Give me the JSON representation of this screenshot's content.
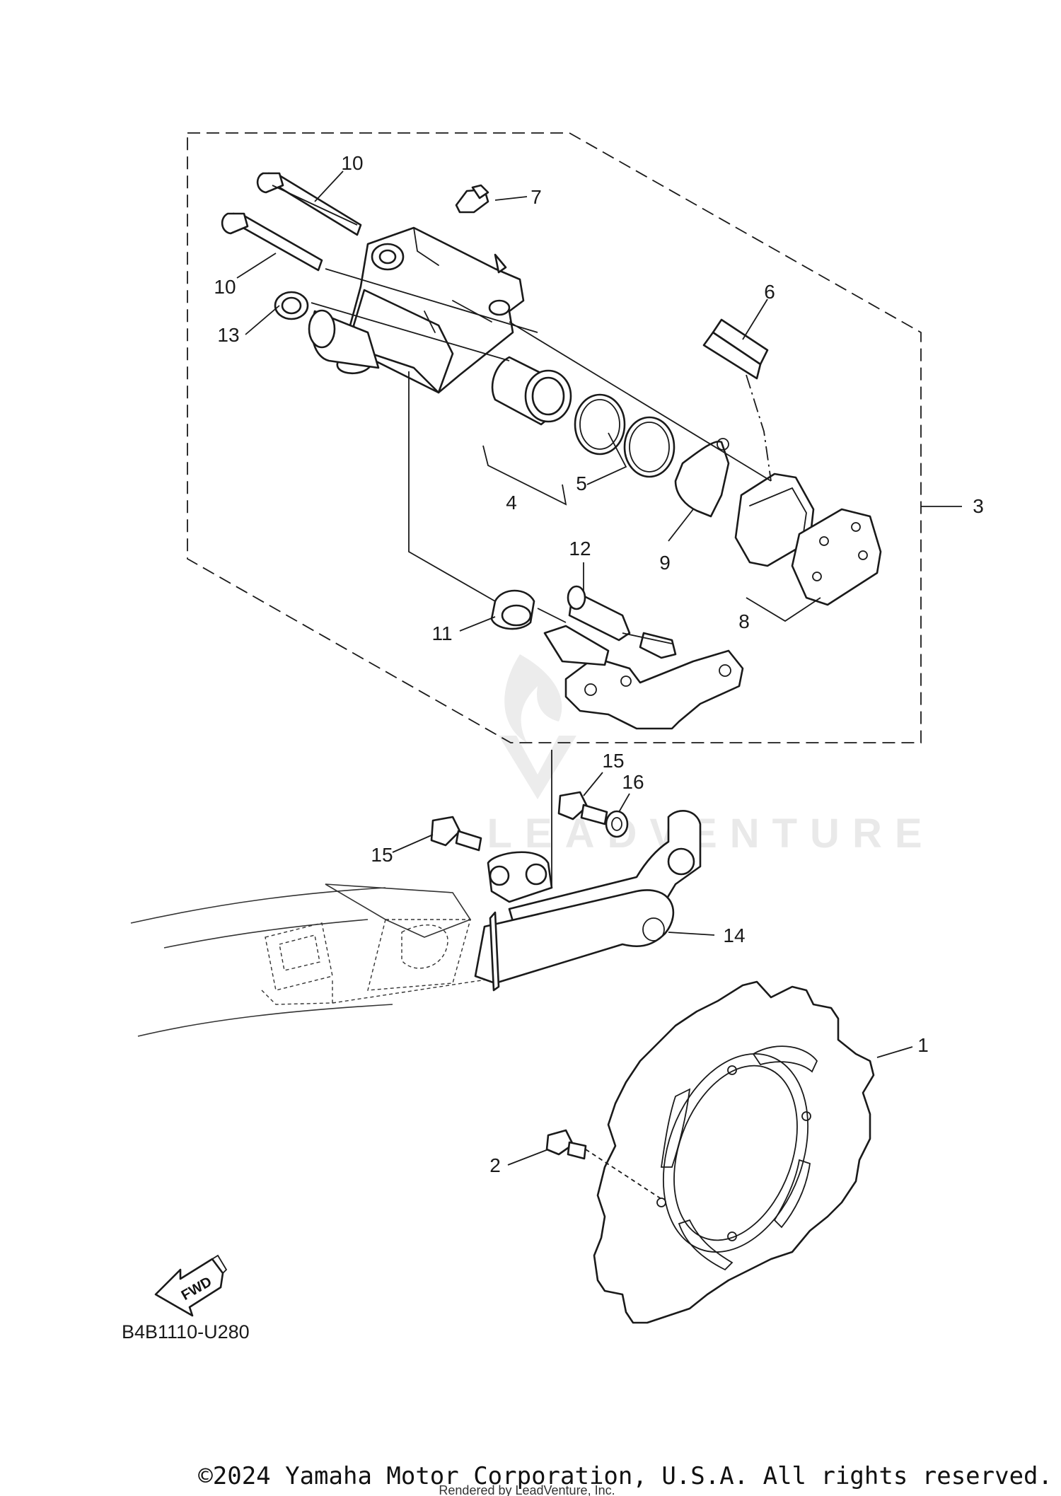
{
  "diagram": {
    "part_labels": {
      "p1": "1",
      "p2": "2",
      "p3": "3",
      "p4": "4",
      "p5": "5",
      "p6": "6",
      "p7": "7",
      "p8": "8",
      "p9": "9",
      "p10a": "10",
      "p10b": "10",
      "p11": "11",
      "p12": "12",
      "p13": "13",
      "p14": "14",
      "p15a": "15",
      "p15b": "15",
      "p16": "16"
    },
    "diagram_code": "B4B1110-U280",
    "fwd_label": "FWD",
    "watermark": "LEADVENTURE",
    "copyright": "©2024 Yamaha Motor Corporation, U.S.A. All rights reserved.",
    "rendered_by": "Rendered by LeadVenture, Inc."
  },
  "colors": {
    "ink": "#1a1a1a",
    "watermark": "#e9e9e9",
    "background": "#ffffff"
  }
}
